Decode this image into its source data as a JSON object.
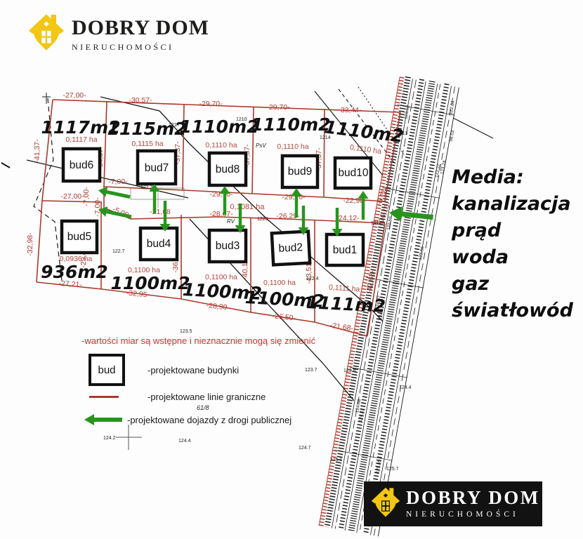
{
  "brand": {
    "name": "DOBRY DOM",
    "tagline": "NIERUCHOMOŚCI"
  },
  "media": {
    "heading": "Media:",
    "items": [
      "kanalizacja",
      "prąd",
      "woda",
      "gaz",
      "światłowód"
    ]
  },
  "note": "-wartości miar są wstępne i nieznacznie mogą się zmienić",
  "legend": {
    "box_label": "bud",
    "item_buildings": "-projektowane budynki",
    "item_boundaries": "-projektowane linie graniczne",
    "item_access": "-projektowane dojazdy z drogi publicznej",
    "parcel_ref": "61/8"
  },
  "plots": {
    "bud6": {
      "name": "bud6",
      "area": "1117m2",
      "ha": "0,1117 ha"
    },
    "bud7": {
      "name": "bud7",
      "area": "1115m2",
      "ha": "0,1115 ha"
    },
    "bud8": {
      "name": "bud8",
      "area": "1110m2",
      "ha": "0,1110 ha"
    },
    "bud9": {
      "name": "bud9",
      "area": "1110m2",
      "ha": "0,1110 ha"
    },
    "bud10": {
      "name": "bud10",
      "area": "1110m2",
      "ha": "0,1110 ha"
    },
    "bud5": {
      "name": "bud5",
      "area": "936m2",
      "ha": "0,0936 ha"
    },
    "bud4": {
      "name": "bud4",
      "area": "1100m2",
      "ha": "0,1100 ha"
    },
    "bud3": {
      "name": "bud3",
      "area": "1100m2",
      "ha": "0,1100 ha"
    },
    "bud2": {
      "name": "bud2",
      "area": "1100m2",
      "ha": "0,1100 ha"
    },
    "bud1": {
      "name": "bud1",
      "area": "1111m2",
      "ha": "0,1111 ha"
    }
  },
  "road": {
    "ha": "0,1081 ha"
  },
  "measurements": {
    "top1": "-27,00-",
    "top2": "-30,57-",
    "top3": "-29,70-",
    "top4": "-29,70-",
    "top5": "-33,44-",
    "left1": "-41,37-",
    "left2": "-32,98-",
    "div67": "-34,37-",
    "div78": "-37,37-",
    "div89": "-37,37-",
    "div910": "-37,37-",
    "mid": "-27,00-",
    "jog1": "-7,00-",
    "jog2": "-7,00-",
    "jog3": "-7,00-",
    "jog4": "-5,00-",
    "roadtop1": "-29,70-",
    "roadtop2": "-29,70-",
    "roadtop3": "-22,98-",
    "roadbot1": "-21,68",
    "roadbot2": "-28,67-",
    "roadbot3": "-26,29-",
    "roadbot4": "-24,12-",
    "entr1": "-6,11-",
    "entr2": "-16,16-",
    "bot5": "-27,21-",
    "bot4": "-32,95-",
    "bot3": "-28,90-",
    "bot2": "-26,50-",
    "bot1": "-21,68-",
    "div54": "-29,40-",
    "div43": "-36,55-",
    "div32": "-40,18-",
    "div21": "-43,51-",
    "right1": "-42,68-"
  },
  "parcel_ids": {
    "n1217": "1217",
    "n1210": "1210",
    "n1214": "1214",
    "n1213": "1213",
    "n1212": "1212",
    "n1220": "1220",
    "psv": "PsV",
    "rv": "RV"
  },
  "elevations": {
    "e1": "122.3",
    "e2": "122.7",
    "e3": "122.4",
    "e4": "123.5",
    "e5": "123.7",
    "e6": "123.8",
    "e7": "124.4",
    "e8": "124.2",
    "e9": "124.4",
    "e10": "124.7",
    "e11": "125.1",
    "e12": "125.7"
  },
  "road_labels": {
    "r1": "122.64",
    "r2": "98.53",
    "r3": "123.53",
    "r4": "122.22",
    "r5": "123.24",
    "r6": "122.58",
    "r7": "124.07",
    "r8": "124.01",
    "r9": "124.68",
    "r10": "124.61",
    "r11": "123.56",
    "r12": "125.45"
  },
  "colors": {
    "boundary": "#ac392c",
    "note_red": "#d22f2f",
    "access_green": "#28941e",
    "brand_yellow": "#f2c613"
  }
}
